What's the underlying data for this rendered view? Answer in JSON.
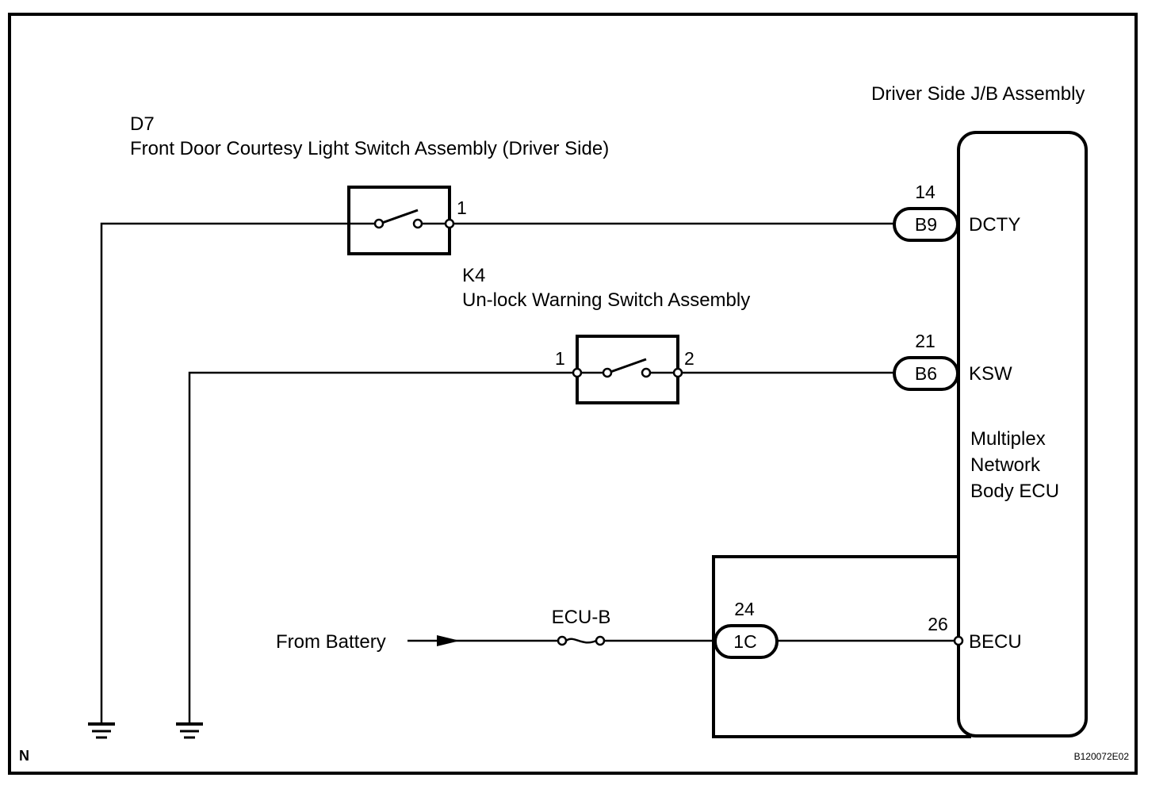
{
  "diagram": {
    "corner_label": "N",
    "figure_id": "B120072E02",
    "colors": {
      "line": "#000000",
      "background": "#ffffff"
    },
    "components": {
      "d7": {
        "code": "D7",
        "name": "Front Door Courtesy Light Switch Assembly (Driver Side)",
        "pins": [
          "1"
        ]
      },
      "k4": {
        "code": "K4",
        "name": "Un-lock Warning Switch Assembly",
        "pins": [
          "1",
          "2"
        ]
      },
      "jb": {
        "name": "Driver Side J/B Assembly"
      },
      "ecu": {
        "name_lines": [
          "Multiplex",
          "Network",
          "Body ECU"
        ],
        "terminals": [
          {
            "pin": "14",
            "connector": "B9",
            "signal": "DCTY"
          },
          {
            "pin": "21",
            "connector": "B6",
            "signal": "KSW"
          },
          {
            "pin": "26",
            "signal": "BECU"
          }
        ]
      },
      "jb_connector": {
        "pin": "24",
        "connector": "1C"
      },
      "fuse": {
        "name": "ECU-B"
      },
      "source": {
        "label": "From Battery"
      }
    }
  }
}
